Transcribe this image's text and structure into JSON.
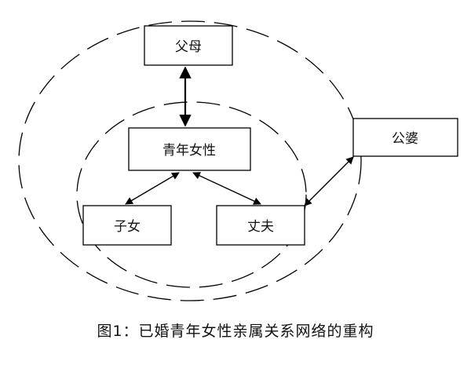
{
  "nodes": {
    "parents": "父母",
    "young_woman": "青年女性",
    "children": "子女",
    "husband": "丈夫",
    "in_laws": "公婆"
  },
  "caption": "图1：已婚青年女性亲属关系网络的重构"
}
